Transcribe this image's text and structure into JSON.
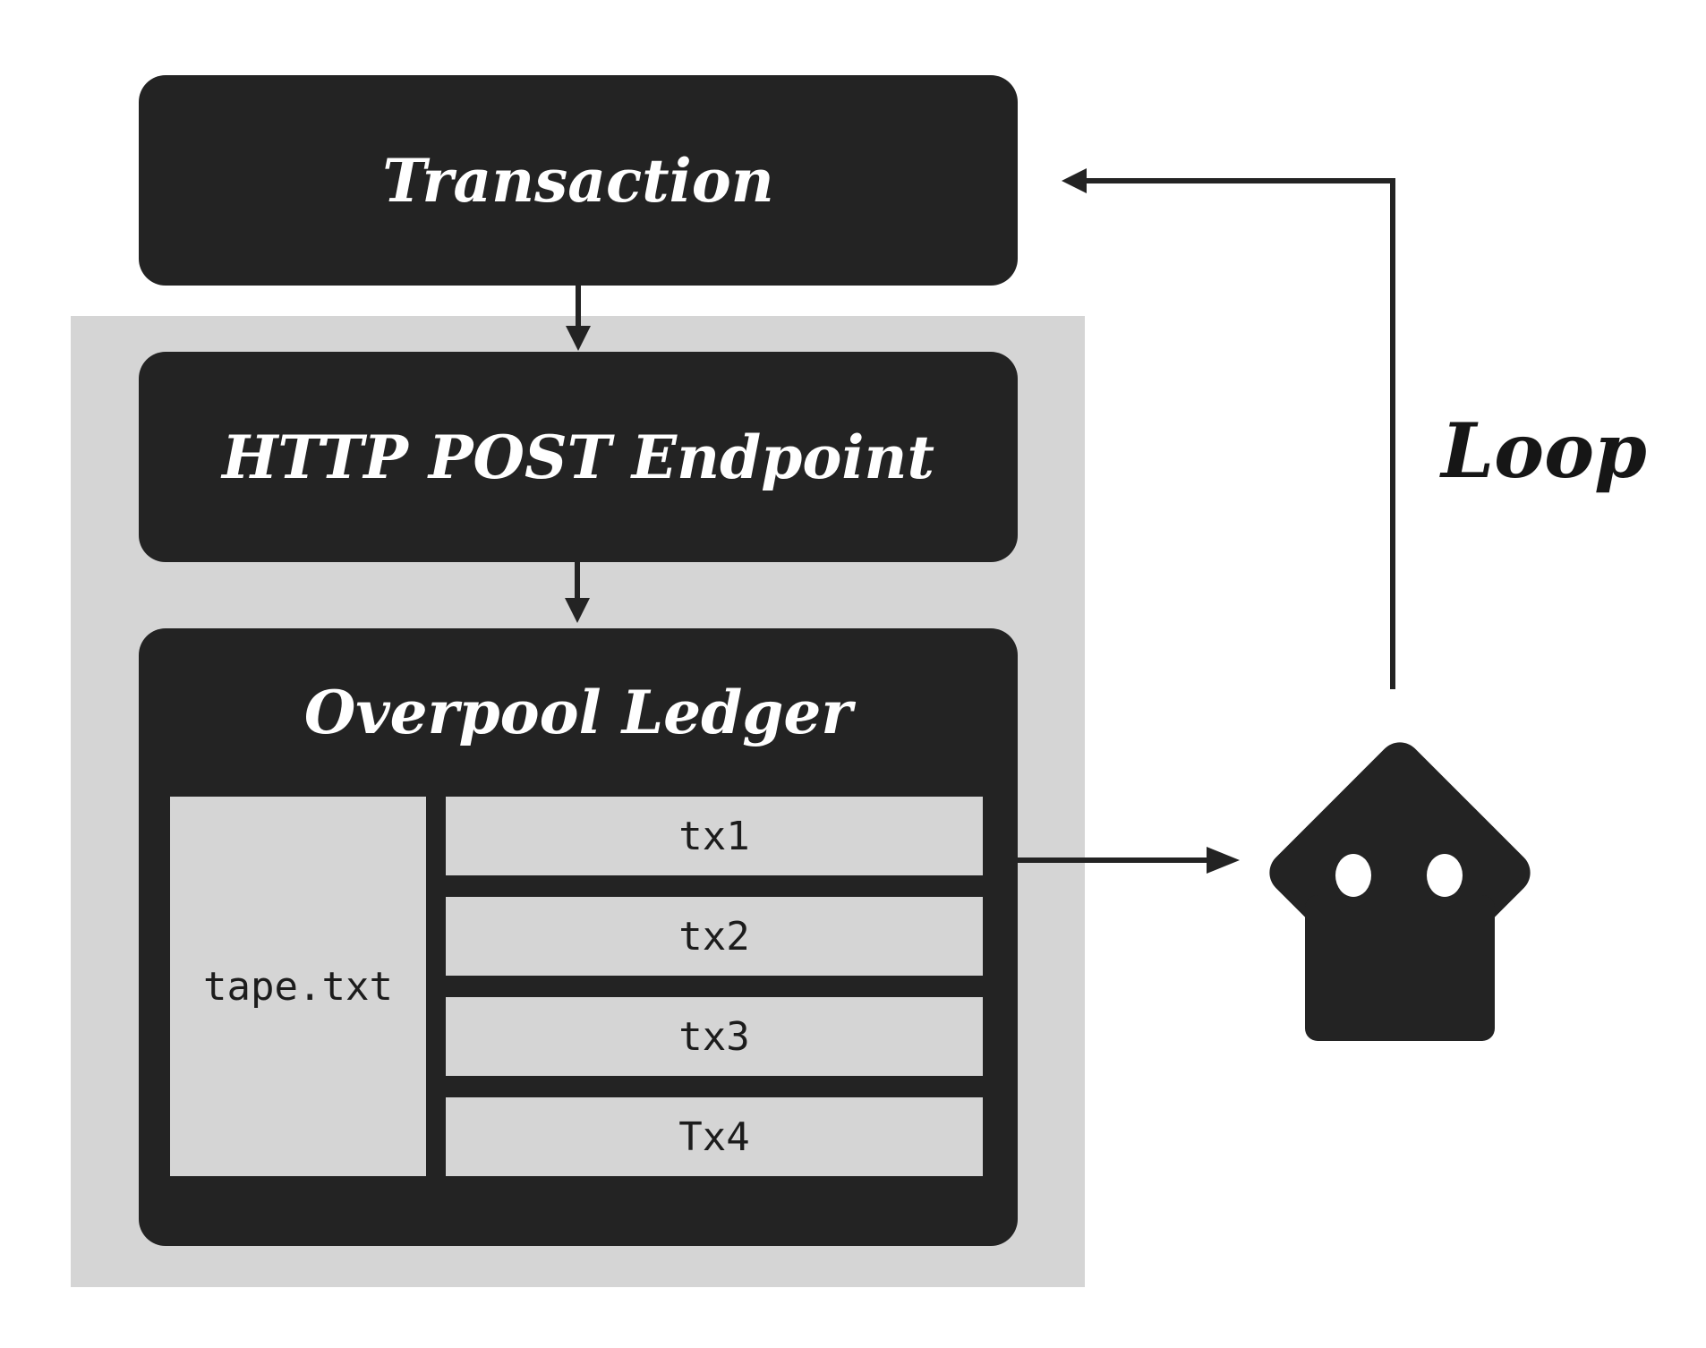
{
  "diagram": {
    "transaction": {
      "label": "Transaction"
    },
    "endpoint": {
      "label": "HTTP POST Endpoint"
    },
    "ledger": {
      "title": "Overpool Ledger",
      "tape_file": "tape.txt",
      "transactions": [
        "tx1",
        "tx2",
        "tx3",
        "Tx4"
      ]
    },
    "loop": {
      "label": "Loop"
    },
    "agent_icon": "house-bot-icon",
    "colors": {
      "node_fill": "#232323",
      "panel_fill": "#d5d5d5",
      "light_text": "#ffffff",
      "dark_text": "#1c1c1c",
      "arrow": "#232323",
      "background": "#ffffff"
    }
  }
}
